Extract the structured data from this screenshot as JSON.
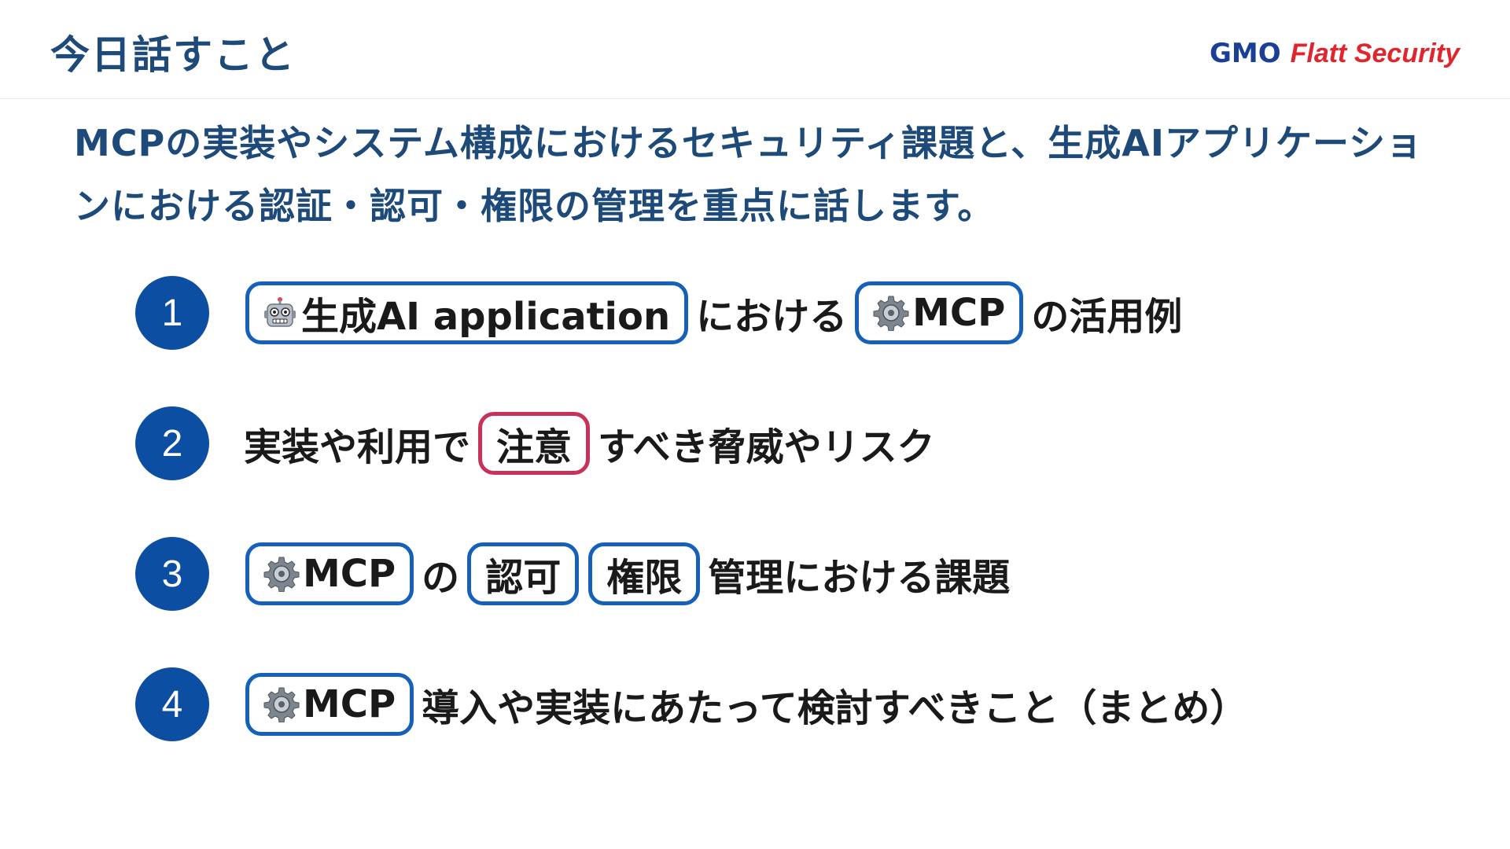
{
  "header": {
    "title": "今日話すこと",
    "logo": {
      "gmo": "GMO",
      "flatt": "Flatt Security"
    }
  },
  "lead": "MCPの実装やシステム構成におけるセキュリティ課題と、生成AIアプリケーションにおける認証・認可・権限の管理を重点に話します。",
  "colors": {
    "title": "#1d4a78",
    "badge": "#0b4ea2",
    "pill_blue": "#1560b8",
    "pill_red": "#c8325a"
  },
  "items": [
    {
      "number": "1",
      "pill1": "生成AI application",
      "mid": "における",
      "pill2": "MCP",
      "tail": "の活用例",
      "icons": [
        "robot-icon",
        "gear-icon"
      ]
    },
    {
      "number": "2",
      "head": "実装や利用で",
      "pill": "注意",
      "tail": "すべき脅威やリスク"
    },
    {
      "number": "3",
      "pill1": "MCP",
      "mid": "の",
      "pill2": "認可",
      "pill3": "権限",
      "tail": "管理における課題",
      "icons": [
        "gear-icon"
      ]
    },
    {
      "number": "4",
      "pill1": "MCP",
      "tail": "導入や実装にあたって検討すべきこと（まとめ）",
      "icons": [
        "gear-icon"
      ]
    }
  ]
}
